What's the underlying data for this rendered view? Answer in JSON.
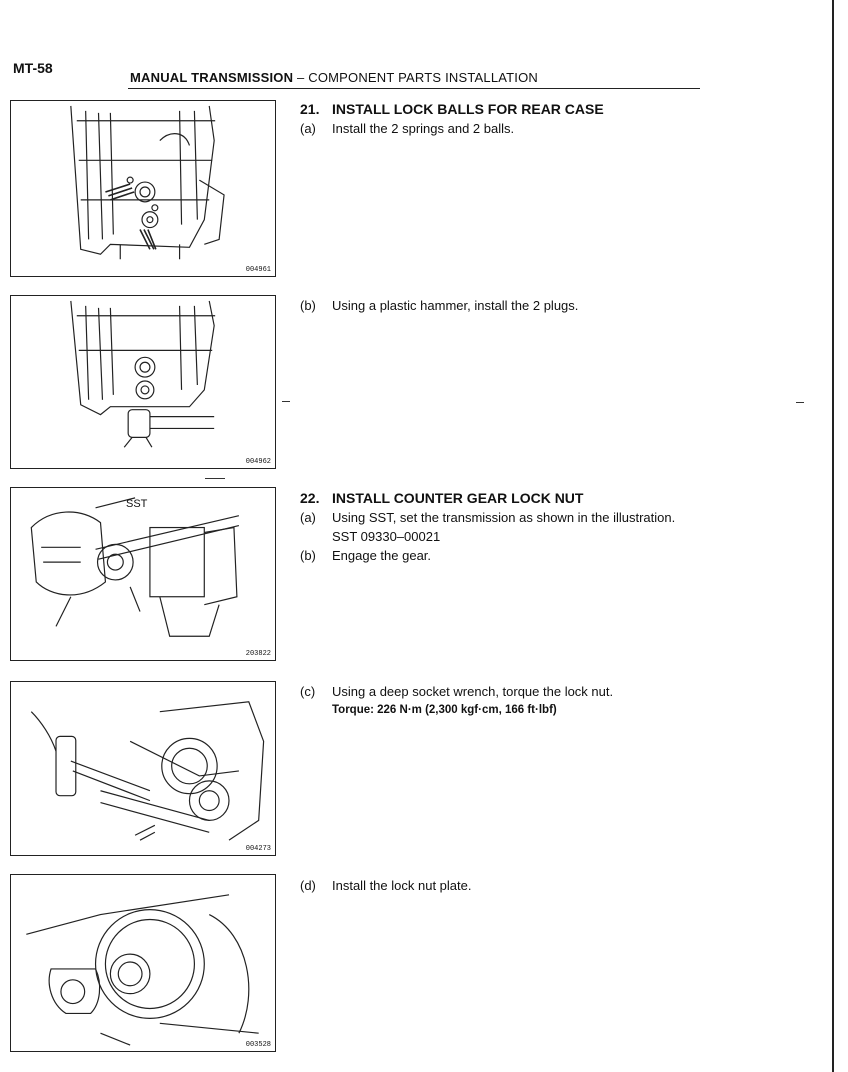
{
  "page": {
    "number": "MT-58",
    "header_bold": "MANUAL TRANSMISSION",
    "header_sep": " – ",
    "header_rest": "COMPONENT PARTS INSTALLATION"
  },
  "figures": [
    {
      "id": "004961"
    },
    {
      "id": "004962"
    },
    {
      "id": "203822",
      "label": "SST"
    },
    {
      "id": "004273"
    },
    {
      "id": "003528"
    }
  ],
  "steps": {
    "s21": {
      "num": "21.",
      "title": "INSTALL LOCK BALLS FOR REAR CASE",
      "a_label": "(a)",
      "a_text": "Install the 2 springs and 2 balls.",
      "b_label": "(b)",
      "b_text": "Using a plastic hammer, install the 2 plugs."
    },
    "s22": {
      "num": "22.",
      "title": "INSTALL COUNTER GEAR LOCK NUT",
      "a_label": "(a)",
      "a_text": "Using SST, set the transmission as shown in the illustration.",
      "a_sst": "SST 09330–00021",
      "b_label": "(b)",
      "b_text": "Engage the gear.",
      "c_label": "(c)",
      "c_text": "Using a deep socket wrench, torque the lock nut.",
      "c_torque": "Torque: 226 N·m (2,300 kgf·cm, 166 ft·lbf)",
      "d_label": "(d)",
      "d_text": "Install the lock nut plate."
    }
  }
}
